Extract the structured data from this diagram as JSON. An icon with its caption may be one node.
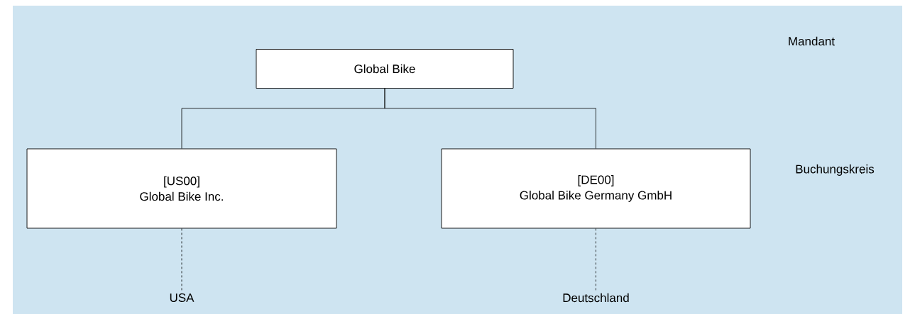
{
  "diagram": {
    "nodes": [
      {
        "text": [
          "Global Bike"
        ]
      },
      {
        "text": [
          "[US00]",
          "Global Bike Inc."
        ]
      },
      {
        "text": [
          "[DE00]",
          "Global Bike Germany GmbH"
        ]
      },
      {
        "text": [
          "USA"
        ]
      },
      {
        "text": [
          "Deutschland"
        ]
      }
    ],
    "edges": [
      {
        "from": 0,
        "to": 1,
        "arrow": "none"
      },
      {
        "from": 0,
        "to": 2,
        "arrow": "none"
      },
      {
        "from": 1,
        "to": 3,
        "arrow": "none",
        "style": "dashed"
      },
      {
        "from": 2,
        "to": 4,
        "arrow": "none",
        "style": "dashed"
      }
    ],
    "labels": [
      "Mandant",
      "Buchungskreis"
    ]
  }
}
